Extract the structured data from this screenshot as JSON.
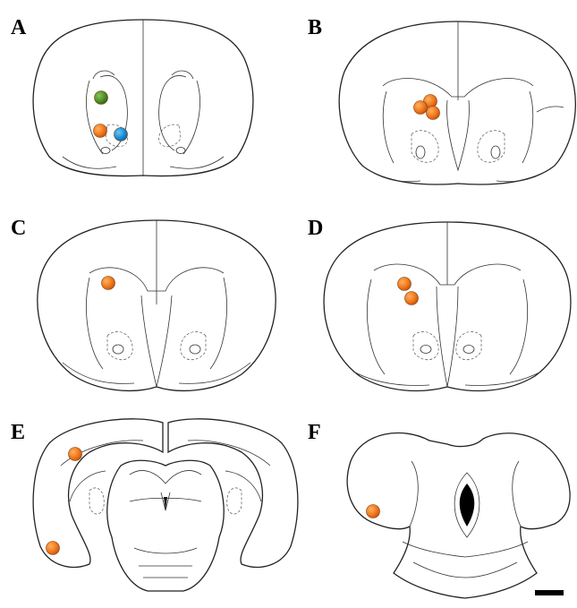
{
  "panels": [
    {
      "label": "A",
      "markers": [
        {
          "type": "green-marker",
          "color": "#4e8f2a"
        },
        {
          "type": "orange-marker",
          "color": "#f07a1e"
        },
        {
          "type": "blue-marker",
          "color": "#1a8fd6"
        }
      ]
    },
    {
      "label": "B",
      "markers": [
        {
          "type": "orange-marker",
          "color": "#f07a1e"
        },
        {
          "type": "orange-marker",
          "color": "#f07a1e"
        },
        {
          "type": "orange-marker",
          "color": "#f07a1e"
        }
      ]
    },
    {
      "label": "C",
      "markers": [
        {
          "type": "orange-marker",
          "color": "#f07a1e"
        }
      ]
    },
    {
      "label": "D",
      "markers": [
        {
          "type": "orange-marker",
          "color": "#f07a1e"
        },
        {
          "type": "orange-marker",
          "color": "#f07a1e"
        }
      ]
    },
    {
      "label": "E",
      "markers": [
        {
          "type": "orange-marker",
          "color": "#f07a1e"
        },
        {
          "type": "orange-marker",
          "color": "#f07a1e"
        }
      ]
    },
    {
      "label": "F",
      "markers": [
        {
          "type": "orange-marker",
          "color": "#f07a1e"
        }
      ]
    }
  ],
  "scale_bar": {
    "icon": "scale-bar"
  }
}
